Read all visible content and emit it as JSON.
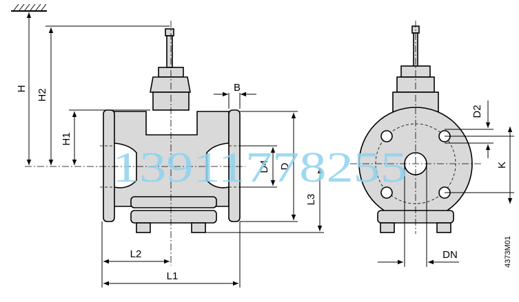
{
  "dimension_labels": {
    "H": "H",
    "H2": "H2",
    "H1": "H1",
    "B": "B",
    "D4": "D4",
    "D": "D",
    "L3": "L3",
    "L2": "L2",
    "L1": "L1",
    "D2": "D2",
    "K": "K",
    "DN": "DN"
  },
  "drawing_code": "4373M01",
  "watermark": "13911778255",
  "colors": {
    "body_fill": "#d9d9d9",
    "outline": "#000000",
    "watermark": "#8fd3ef"
  }
}
